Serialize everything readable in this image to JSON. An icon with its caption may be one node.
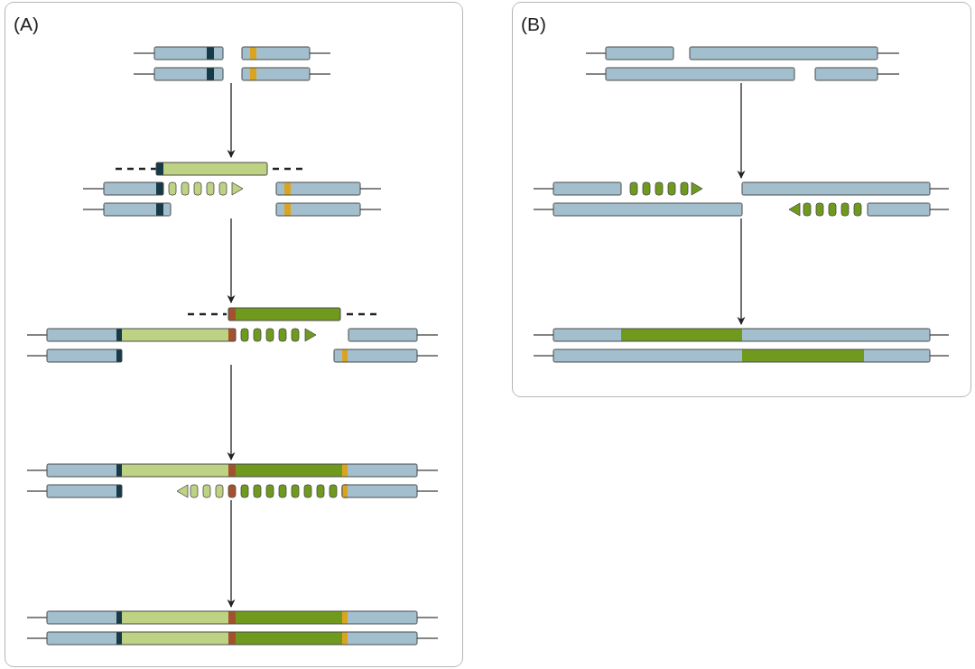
{
  "diagram": {
    "nodes": [
      {
        "text": [
          "(A)"
        ]
      },
      {
        "text": [],
        "shape": "picture",
        "in": 0
      },
      {
        "text": [],
        "shape": "picture",
        "in": 0
      },
      {
        "text": [],
        "shape": "picture",
        "in": 0
      },
      {
        "text": [],
        "shape": "picture",
        "in": 0
      },
      {
        "text": [],
        "shape": "picture",
        "in": 0
      },
      {
        "text": [
          "(B)"
        ]
      },
      {
        "text": [],
        "shape": "picture",
        "in": 6
      },
      {
        "text": [],
        "shape": "picture",
        "in": 6
      },
      {
        "text": [],
        "shape": "picture",
        "in": 6
      }
    ],
    "edges": [
      {
        "from": 1,
        "to": 2,
        "arrow": "to"
      },
      {
        "from": 2,
        "to": 3,
        "arrow": "to"
      },
      {
        "from": 3,
        "to": 4,
        "arrow": "to"
      },
      {
        "from": 4,
        "to": 5,
        "arrow": "to"
      },
      {
        "from": 7,
        "to": 8,
        "arrow": "to"
      },
      {
        "from": 8,
        "to": 9,
        "arrow": "to"
      }
    ]
  }
}
